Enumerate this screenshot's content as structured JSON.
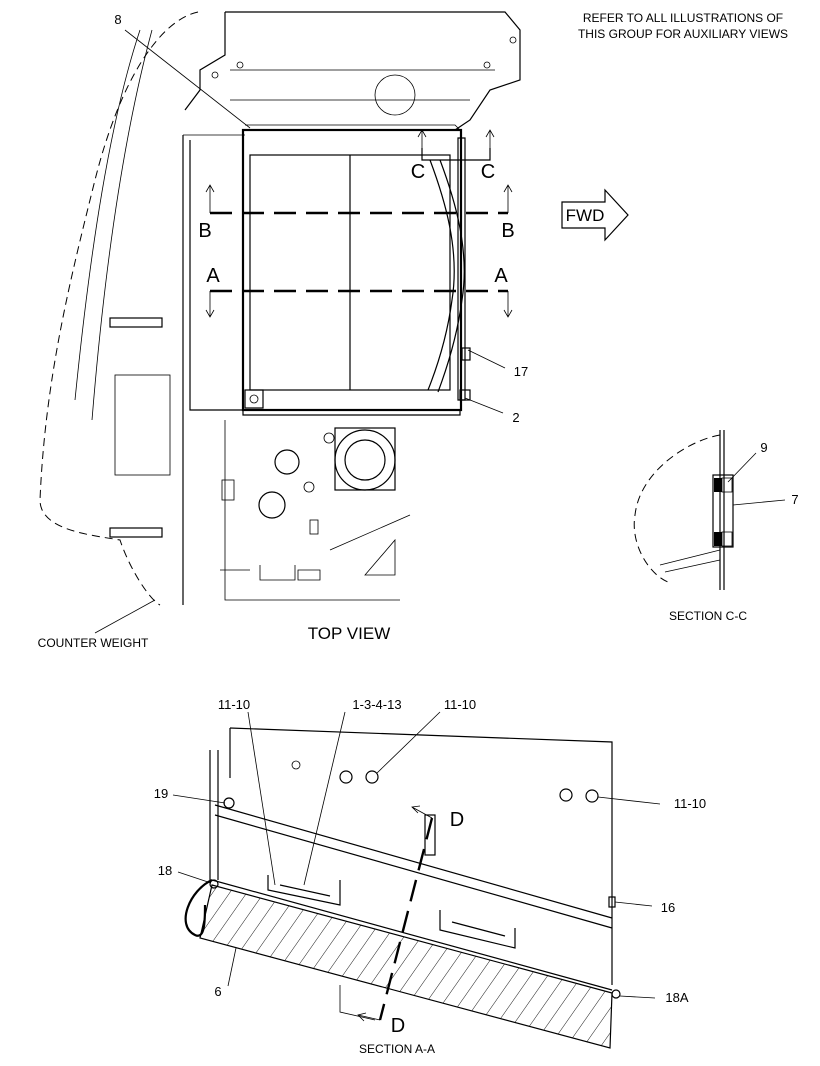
{
  "notes": {
    "refer": [
      "REFER TO ALL ILLUSTRATIONS OF",
      "THIS GROUP FOR AUXILIARY VIEWS"
    ]
  },
  "views": {
    "top_view": "TOP VIEW",
    "section_cc": "SECTION C-C",
    "section_aa": "SECTION A-A",
    "fwd": "FWD",
    "counter_weight": "COUNTER WEIGHT"
  },
  "section_marks": {
    "a": "A",
    "b": "B",
    "c": "C",
    "d": "D"
  },
  "callouts": {
    "c8": "8",
    "c17": "17",
    "c2": "2",
    "c9": "9",
    "c7": "7",
    "c11_10": "11-10",
    "c1_3_4_13": "1-3-4-13",
    "c19": "19",
    "c18": "18",
    "c16": "16",
    "c6": "6",
    "c18a": "18A"
  }
}
